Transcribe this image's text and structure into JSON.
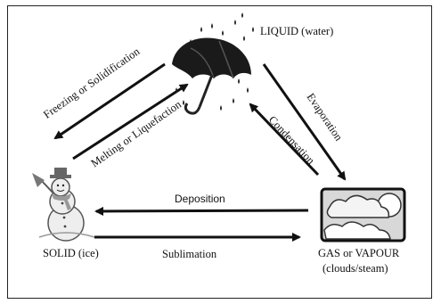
{
  "states": {
    "liquid": "LIQUID (water)",
    "solid": "SOLID (ice)",
    "gas": "GAS or VAPOUR",
    "gas_sub": "(clouds/steam)"
  },
  "processes": {
    "freezing": "Freezing or Solidification",
    "melting": "Melting or Liquefaction",
    "evaporation": "Evaporation",
    "condensation": "Condensation",
    "deposition": "Deposition",
    "sublimation": "Sublimation"
  },
  "icons": {
    "liquid": "umbrella-rain-icon",
    "solid": "snowman-icon",
    "gas": "clouds-sun-icon"
  }
}
